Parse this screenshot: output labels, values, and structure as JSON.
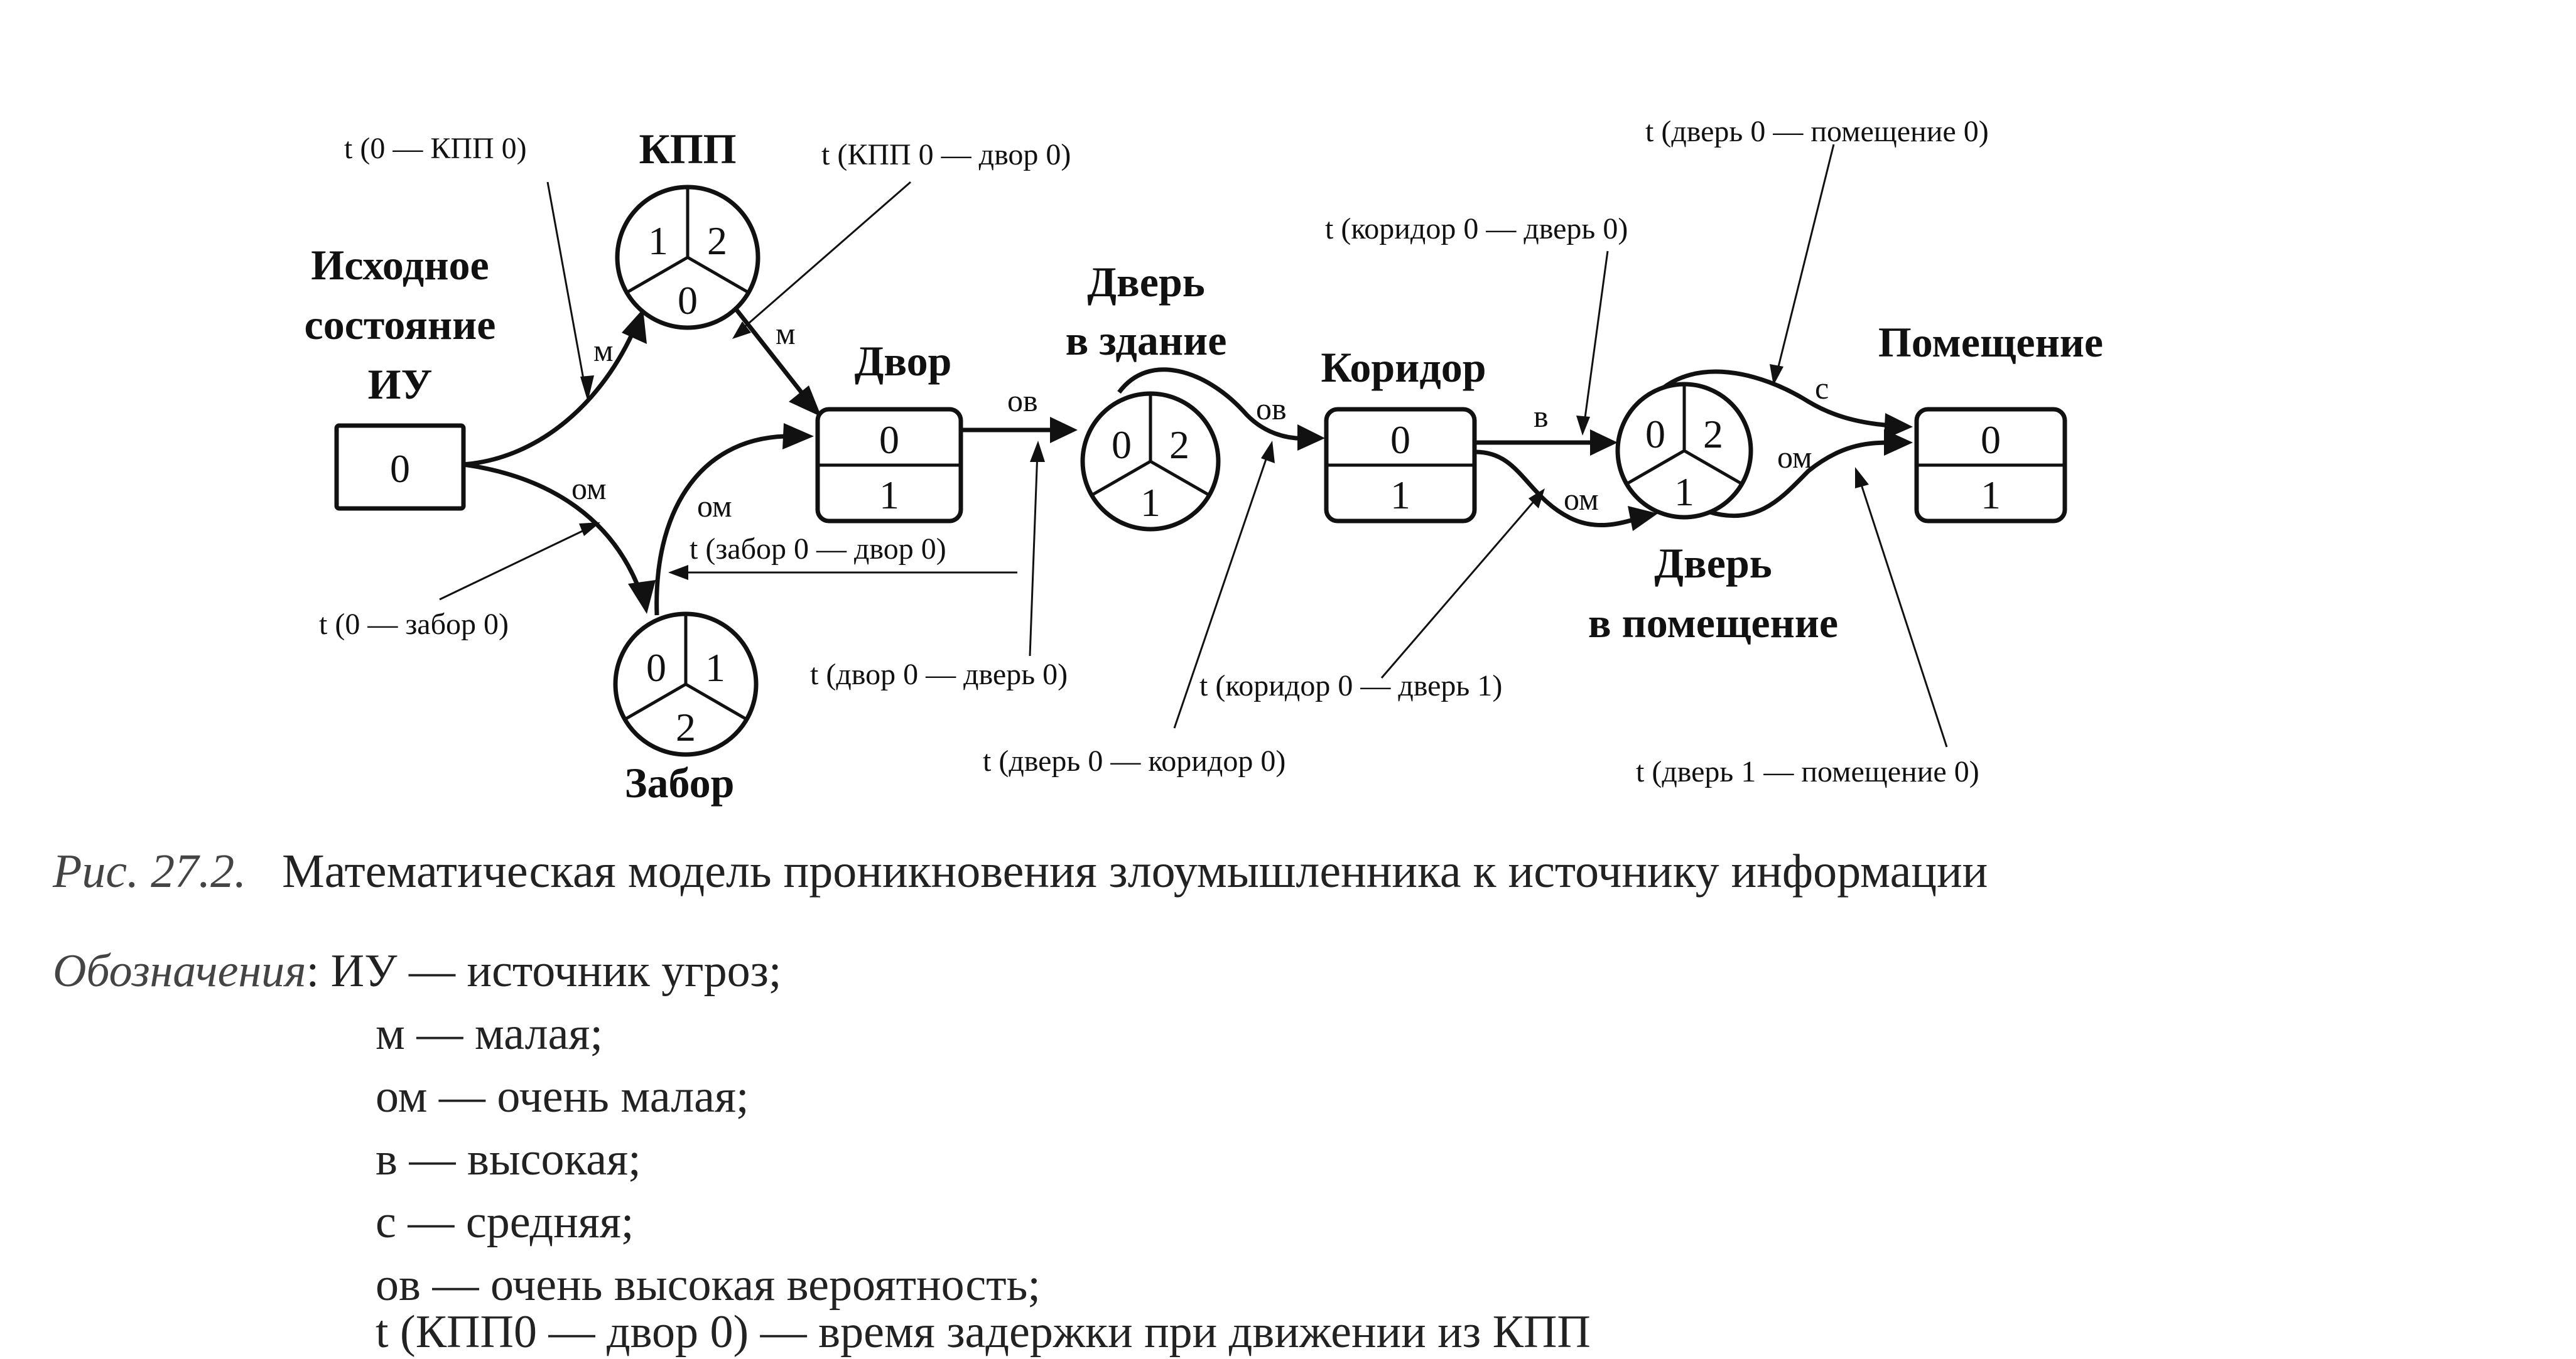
{
  "nodes": {
    "start": {
      "title_lines": [
        "Исходное",
        "состояние",
        "ИУ"
      ],
      "states": [
        "0"
      ]
    },
    "kpp": {
      "title_lines": [
        "КПП"
      ],
      "sectors": [
        "1",
        "2",
        "0"
      ]
    },
    "zabor": {
      "title_lines": [
        "Забор"
      ],
      "sectors": [
        "0",
        "1",
        "2"
      ]
    },
    "dvor": {
      "title_lines": [
        "Двор"
      ],
      "states": [
        "0",
        "1"
      ]
    },
    "door_bld": {
      "title_lines": [
        "Дверь",
        "в здание"
      ],
      "sectors": [
        "0",
        "2",
        "1"
      ]
    },
    "koridor": {
      "title_lines": [
        "Коридор"
      ],
      "states": [
        "0",
        "1"
      ]
    },
    "door_room": {
      "title_lines": [
        "Дверь",
        "в помещение"
      ],
      "sectors": [
        "0",
        "2",
        "1"
      ]
    },
    "pomeshenie": {
      "title_lines": [
        "Помещение"
      ],
      "states": [
        "0",
        "1"
      ]
    }
  },
  "edge_labels": {
    "start_kpp": "м",
    "start_zabor": "ом",
    "kpp_dvor": "м",
    "zabor_dvor": "ом",
    "dvor_door": "ов",
    "door_koridor": "ов",
    "koridor_door0": "в",
    "koridor_door1": "ом",
    "door0_room": "с",
    "door1_room": "ом"
  },
  "annotations": {
    "t_0_kpp": "t (0 — КПП 0)",
    "t_kpp_dvor": "t (КПП 0 — двор 0)",
    "t_0_zabor": "t (0 — забор 0)",
    "t_zabor_dvor": "t (забор 0 — двор 0)",
    "t_dvor_door": "t (двор 0 — дверь 0)",
    "t_door_koridor": "t (дверь 0 — коридор 0)",
    "t_koridor_door0": "t (коридор 0 — дверь 0)",
    "t_koridor_door1": "t (коридор 0 — дверь 1)",
    "t_door0_room": "t (дверь 0 — помещение 0)",
    "t_door1_room": "t (дверь 1 — помещение 0)"
  },
  "caption": {
    "label": "Рис. 27.2.",
    "text": "Математическая модель проникновения злоумышленника к источнику информации"
  },
  "legend": {
    "label": "Обозначения",
    "first": "ИУ — источник угроз;",
    "items": [
      "м — малая;",
      "ом — очень малая;",
      "в — высокая;",
      "с — средняя;",
      "ов — очень высокая вероятность;",
      "t (КПП0 — двор 0) — время задержки при движении из КПП"
    ]
  }
}
